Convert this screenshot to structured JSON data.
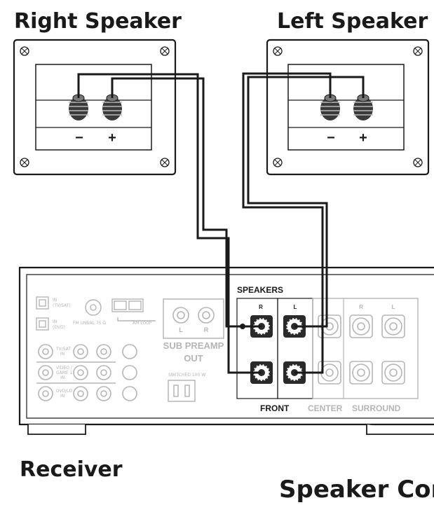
{
  "labels": {
    "right_speaker": "Right Speaker",
    "left_speaker": "Left Speaker",
    "receiver": "Receiver",
    "speaker_connection": "Speaker Cor"
  },
  "speaker_terminal": {
    "minus": "−",
    "plus": "+"
  },
  "receiver_panel": {
    "speakers_title": "SPEAKERS",
    "channel_r": "R",
    "channel_l": "L",
    "front": "FRONT",
    "center": "CENTER",
    "surround": "SURROUND",
    "sub_preamp": "SUB PREAMP",
    "out": "OUT",
    "sub_l": "L",
    "sub_r": "R",
    "in_tv_sat": "IN",
    "tv_sat": "(TV/SAT)",
    "in_dvd": "IN",
    "dvd": "(DVD)",
    "fm_unbal": "FM UNBAL 75 Ω",
    "am_loop": "AM LOOP",
    "switched": "SWITCHED 100 W",
    "tv_sat_in": "TV/SAT",
    "tv_sat_in2": "IN",
    "video_game": "VIDEO /",
    "video_game2": "GAME 1",
    "video_game3": "IN",
    "dvd_ld": "DVD/LD",
    "dvd_ld2": "IN"
  },
  "colors": {
    "wire": "#1a1a1a",
    "panel_line": "#8a8a8a",
    "faint": "#b5b5b5"
  }
}
